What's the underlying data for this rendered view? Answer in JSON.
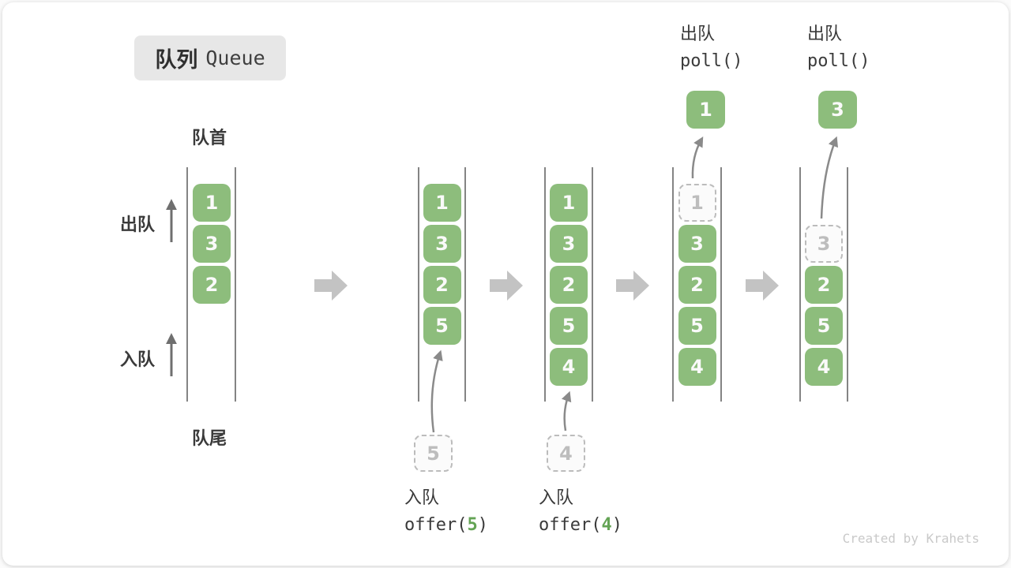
{
  "diagram_title": {
    "zh": "队列",
    "en": "Queue"
  },
  "labels": {
    "front": "队首",
    "rear": "队尾",
    "dequeue_side": "出队",
    "enqueue_side": "入队"
  },
  "columns": [
    {
      "slots": [
        {
          "row": 0,
          "value": "1",
          "style": "solid"
        },
        {
          "row": 1,
          "value": "3",
          "style": "solid"
        },
        {
          "row": 2,
          "value": "2",
          "style": "solid"
        }
      ]
    },
    {
      "slots": [
        {
          "row": 0,
          "value": "1",
          "style": "solid"
        },
        {
          "row": 1,
          "value": "3",
          "style": "solid"
        },
        {
          "row": 2,
          "value": "2",
          "style": "solid"
        },
        {
          "row": 3,
          "value": "5",
          "style": "solid"
        }
      ],
      "pending": {
        "value": "5"
      }
    },
    {
      "slots": [
        {
          "row": 0,
          "value": "1",
          "style": "solid"
        },
        {
          "row": 1,
          "value": "3",
          "style": "solid"
        },
        {
          "row": 2,
          "value": "2",
          "style": "solid"
        },
        {
          "row": 3,
          "value": "5",
          "style": "solid"
        },
        {
          "row": 4,
          "value": "4",
          "style": "solid"
        }
      ],
      "pending": {
        "value": "4"
      }
    },
    {
      "slots": [
        {
          "row": 0,
          "value": "1",
          "style": "dashed"
        },
        {
          "row": 1,
          "value": "3",
          "style": "solid"
        },
        {
          "row": 2,
          "value": "2",
          "style": "solid"
        },
        {
          "row": 3,
          "value": "5",
          "style": "solid"
        },
        {
          "row": 4,
          "value": "4",
          "style": "solid"
        }
      ],
      "popped": {
        "value": "1"
      }
    },
    {
      "slots": [
        {
          "row": 1,
          "value": "3",
          "style": "dashed"
        },
        {
          "row": 2,
          "value": "2",
          "style": "solid"
        },
        {
          "row": 3,
          "value": "5",
          "style": "solid"
        },
        {
          "row": 4,
          "value": "4",
          "style": "solid"
        }
      ],
      "popped": {
        "value": "3"
      }
    }
  ],
  "captions": {
    "enqueue5": {
      "title": "入队",
      "code_pre": "offer(",
      "arg": "5",
      "code_post": ")"
    },
    "enqueue4": {
      "title": "入队",
      "code_pre": "offer(",
      "arg": "4",
      "code_post": ")"
    },
    "dequeue1": {
      "title": "出队",
      "code": "poll()"
    },
    "dequeue3": {
      "title": "出队",
      "code": "poll()"
    }
  },
  "footer": {
    "credit": "Created by Krahets"
  },
  "colors": {
    "box_green": "#8dbd7c",
    "code_arg_green": "#64a455",
    "block_arrow_gray": "#c3c3c3",
    "thin_arrow_gray": "#8a8a8a",
    "title_box_bg": "#e7e7e7",
    "text_dark": "#3a3a3a",
    "dashed_gray": "#bcbcbc",
    "credit_gray": "#c9c9c9"
  }
}
